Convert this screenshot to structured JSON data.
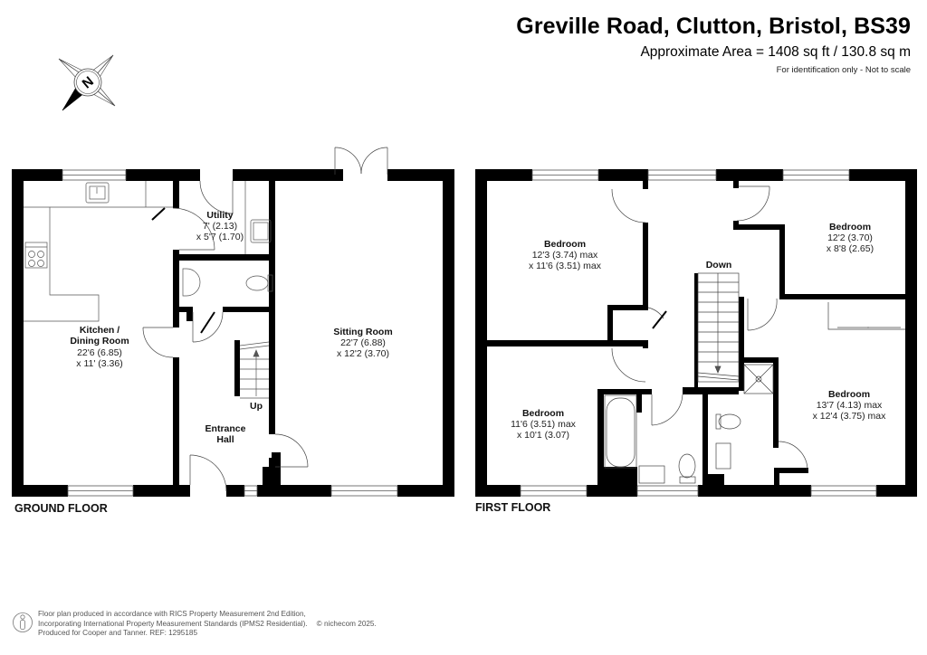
{
  "header": {
    "title": "Greville Road, Clutton, Bristol, BS39",
    "area": "Approximate Area = 1408 sq ft / 130.8 sq m",
    "note": "For identification only - Not to scale"
  },
  "compass": {
    "icon": "north-compass-icon",
    "label": "N"
  },
  "floors": {
    "ground": {
      "label": "GROUND FLOOR",
      "rooms": [
        {
          "name": "Kitchen /",
          "name2": "Dining Room",
          "dim1": "22'6 (6.85)",
          "dim2": "x 11' (3.36)"
        },
        {
          "name": "Utility",
          "dim1": "7' (2.13)",
          "dim2": "x 5'7 (1.70)"
        },
        {
          "name": "Sitting Room",
          "dim1": "22'7 (6.88)",
          "dim2": "x 12'2 (3.70)"
        },
        {
          "name": "Entrance",
          "name2": "Hall"
        }
      ],
      "stairs_label": "Up"
    },
    "first": {
      "label": "FIRST FLOOR",
      "rooms": [
        {
          "name": "Bedroom",
          "dim1": "12'3 (3.74) max",
          "dim2": "x 11'6 (3.51) max"
        },
        {
          "name": "Bedroom",
          "dim1": "12'2 (3.70)",
          "dim2": "x 8'8 (2.65)"
        },
        {
          "name": "Bedroom",
          "dim1": "11'6 (3.51) max",
          "dim2": "x 10'1 (3.07)"
        },
        {
          "name": "Bedroom",
          "dim1": "13'7 (4.13) max",
          "dim2": "x 12'4 (3.75) max"
        }
      ],
      "stairs_label": "Down"
    }
  },
  "footer": {
    "line1": "Floor plan produced in accordance with RICS Property Measurement 2nd Edition,",
    "line2": "Incorporating International Property Measurement Standards (IPMS2 Residential).",
    "line3": "Produced for Cooper and Tanner.   REF:  1295185",
    "copyright": "© nichecom 2025."
  },
  "colors": {
    "wall": "#000000",
    "background": "#ffffff",
    "fixture_line": "#555555"
  }
}
